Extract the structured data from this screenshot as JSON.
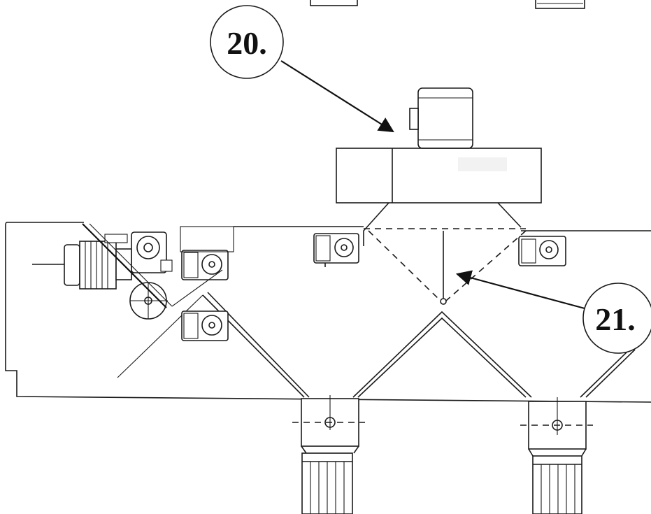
{
  "figure": {
    "callouts": [
      {
        "id": "20",
        "label": "20."
      },
      {
        "id": "21",
        "label": "21."
      }
    ]
  },
  "colors": {
    "ink": "#1a1a1a",
    "paper": "#ffffff",
    "motor_texture": "#8a8a8a"
  }
}
